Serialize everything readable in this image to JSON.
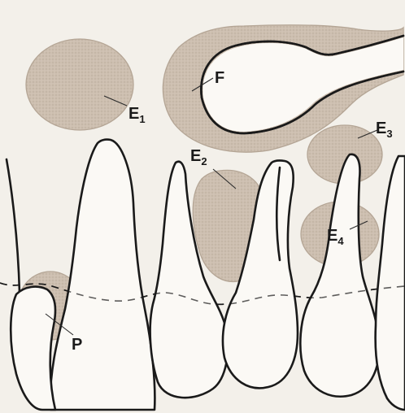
{
  "colors": {
    "background": "#f3f0ea",
    "lesion_fill": "#cdbfb0",
    "lesion_edge": "#b4a595",
    "outline": "#1a1a1a",
    "tooth_fill": "#fbf9f5"
  },
  "labels": {
    "e1": {
      "letter": "E",
      "sub": "1"
    },
    "f": {
      "letter": "F",
      "sub": ""
    },
    "e2": {
      "letter": "E",
      "sub": "2"
    },
    "e3": {
      "letter": "E",
      "sub": "3"
    },
    "e4": {
      "letter": "E",
      "sub": "4"
    },
    "p": {
      "letter": "P",
      "sub": ""
    }
  }
}
